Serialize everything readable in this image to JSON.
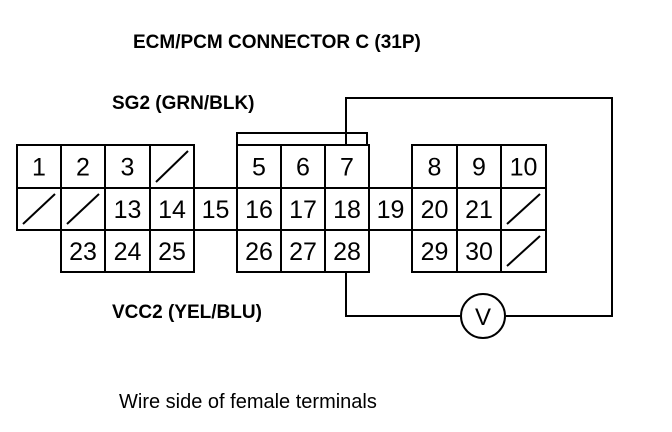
{
  "title": "ECM/PCM CONNECTOR C (31P)",
  "sg2_label": "SG2 (GRN/BLK)",
  "vcc2_label": "VCC2 (YEL/BLU)",
  "caption": "Wire side of female terminals",
  "meter_symbol": "V",
  "rows": [
    [
      "1",
      "2",
      "3",
      "/",
      "",
      "5",
      "6",
      "7",
      "",
      "8",
      "9",
      "10"
    ],
    [
      "/",
      "/",
      "13",
      "14",
      "15",
      "16",
      "17",
      "18",
      "19",
      "20",
      "21",
      "/"
    ],
    [
      "",
      "23",
      "24",
      "25",
      "",
      "26",
      "27",
      "28",
      "",
      "29",
      "30",
      "/"
    ]
  ]
}
